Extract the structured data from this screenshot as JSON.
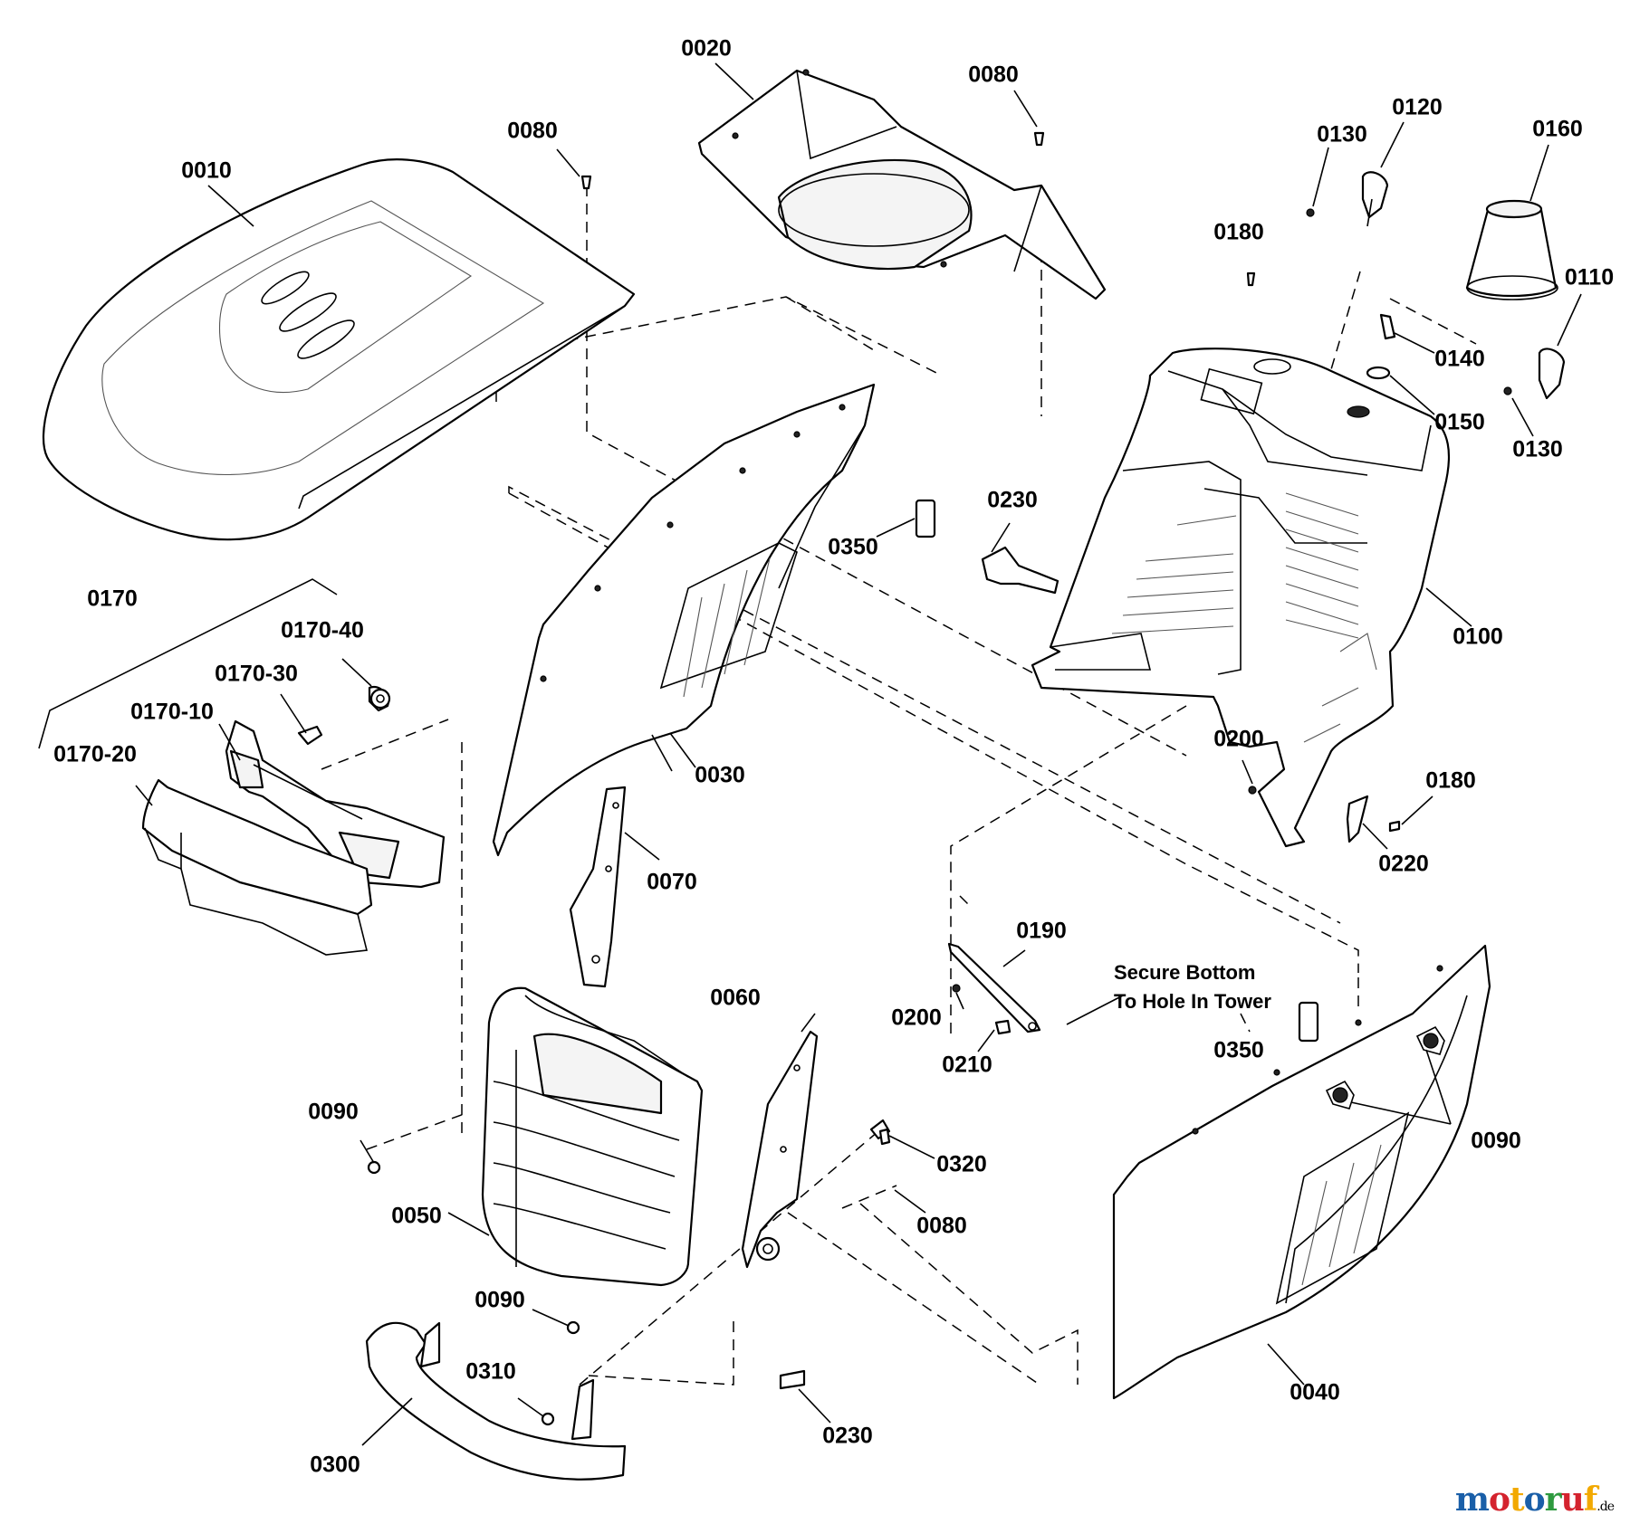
{
  "diagram": {
    "callouts": [
      {
        "id": "0010",
        "label": "0010"
      },
      {
        "id": "0020",
        "label": "0020"
      },
      {
        "id": "0080a",
        "label": "0080"
      },
      {
        "id": "0080b",
        "label": "0080"
      },
      {
        "id": "0080c",
        "label": "0080"
      },
      {
        "id": "0120",
        "label": "0120"
      },
      {
        "id": "0130a",
        "label": "0130"
      },
      {
        "id": "0130b",
        "label": "0130"
      },
      {
        "id": "0160",
        "label": "0160"
      },
      {
        "id": "0180a",
        "label": "0180"
      },
      {
        "id": "0180b",
        "label": "0180"
      },
      {
        "id": "0110",
        "label": "0110"
      },
      {
        "id": "0140",
        "label": "0140"
      },
      {
        "id": "0150",
        "label": "0150"
      },
      {
        "id": "0230a",
        "label": "0230"
      },
      {
        "id": "0230b",
        "label": "0230"
      },
      {
        "id": "0350a",
        "label": "0350"
      },
      {
        "id": "0350b",
        "label": "0350"
      },
      {
        "id": "0100",
        "label": "0100"
      },
      {
        "id": "0170",
        "label": "0170"
      },
      {
        "id": "0170-40",
        "label": "0170-40"
      },
      {
        "id": "0170-30",
        "label": "0170-30"
      },
      {
        "id": "0170-10",
        "label": "0170-10"
      },
      {
        "id": "0170-20",
        "label": "0170-20"
      },
      {
        "id": "0030",
        "label": "0030"
      },
      {
        "id": "0200a",
        "label": "0200"
      },
      {
        "id": "0200b",
        "label": "0200"
      },
      {
        "id": "0220",
        "label": "0220"
      },
      {
        "id": "0070",
        "label": "0070"
      },
      {
        "id": "0190",
        "label": "0190"
      },
      {
        "id": "0210",
        "label": "0210"
      },
      {
        "id": "0060",
        "label": "0060"
      },
      {
        "id": "0090a",
        "label": "0090"
      },
      {
        "id": "0090b",
        "label": "0090"
      },
      {
        "id": "0090c",
        "label": "0090"
      },
      {
        "id": "0320",
        "label": "0320"
      },
      {
        "id": "0050",
        "label": "0050"
      },
      {
        "id": "0310",
        "label": "0310"
      },
      {
        "id": "0300",
        "label": "0300"
      },
      {
        "id": "0040",
        "label": "0040"
      }
    ],
    "note_line1": "Secure Bottom",
    "note_line2": "To Hole In Tower"
  },
  "watermark": {
    "text": "motoruf",
    "suffix": ".de",
    "letter_colors": [
      "#1a5fa8",
      "#d4232e",
      "#f2a900",
      "#1a5fa8",
      "#2e9a3f",
      "#d4232e",
      "#f2a900"
    ]
  }
}
